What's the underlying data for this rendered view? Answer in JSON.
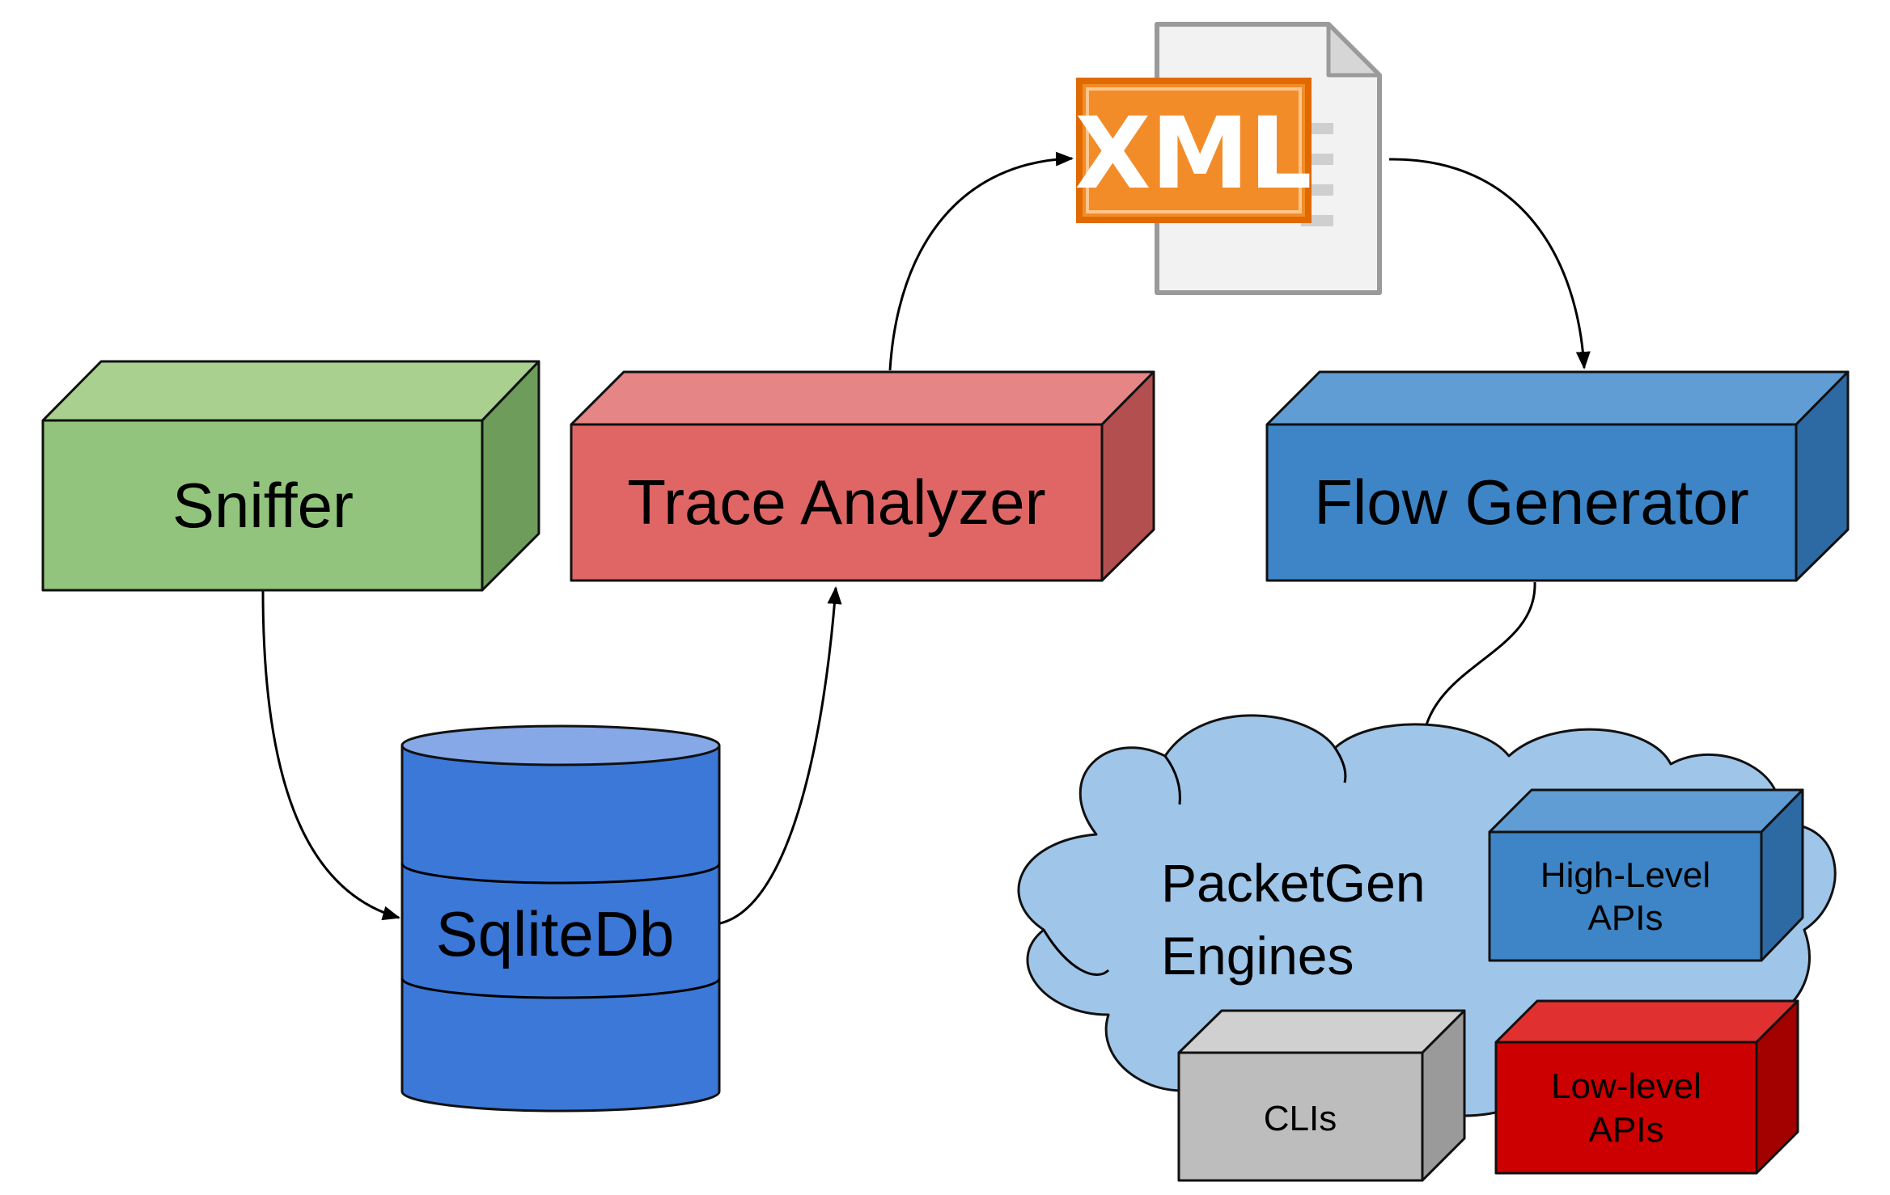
{
  "nodes": {
    "sniffer": {
      "label": "Sniffer",
      "colors": {
        "front": "#93c47d",
        "top": "#a9d08e",
        "side": "#6e9c5b"
      }
    },
    "trace_analyzer": {
      "label": "Trace Analyzer",
      "colors": {
        "front": "#e06666",
        "top": "#e58585",
        "side": "#b44f4f"
      }
    },
    "flow_generator": {
      "label": "Flow Generator",
      "colors": {
        "front": "#3d85c6",
        "top": "#5f9dd4",
        "side": "#2d6aa3"
      }
    },
    "sqlitedb": {
      "label": "SqliteDb",
      "colors": {
        "body": "#3c78d8",
        "top": "#86a8e6"
      }
    },
    "xml_file": {
      "badge": "XML",
      "colors": {
        "badge": "#f28c28",
        "border": "#e06a00",
        "page": "#f2f2f2"
      }
    },
    "packetgen": {
      "label_lines": [
        "PacketGen",
        "Engines"
      ],
      "cloud_color": "#9fc5e8",
      "components": {
        "high_level_apis": {
          "lines": [
            "High-Level",
            "APIs"
          ],
          "colors": {
            "front": "#3d85c6",
            "top": "#5f9dd4",
            "side": "#2d6aa3"
          }
        },
        "clis": {
          "lines": [
            "CLIs"
          ],
          "colors": {
            "front": "#bdbdbd",
            "top": "#d0d0d0",
            "side": "#9a9a9a"
          }
        },
        "low_level_apis": {
          "lines": [
            "Low-level",
            "APIs"
          ],
          "colors": {
            "front": "#cc0000",
            "top": "#e03030",
            "side": "#a30000"
          }
        }
      }
    }
  },
  "edges": [
    {
      "from": "Sniffer",
      "to": "SqliteDb"
    },
    {
      "from": "SqliteDb",
      "to": "Trace Analyzer"
    },
    {
      "from": "Trace Analyzer",
      "to": "XML"
    },
    {
      "from": "XML",
      "to": "Flow Generator"
    },
    {
      "from": "Flow Generator",
      "to": "PacketGen Engines"
    }
  ]
}
